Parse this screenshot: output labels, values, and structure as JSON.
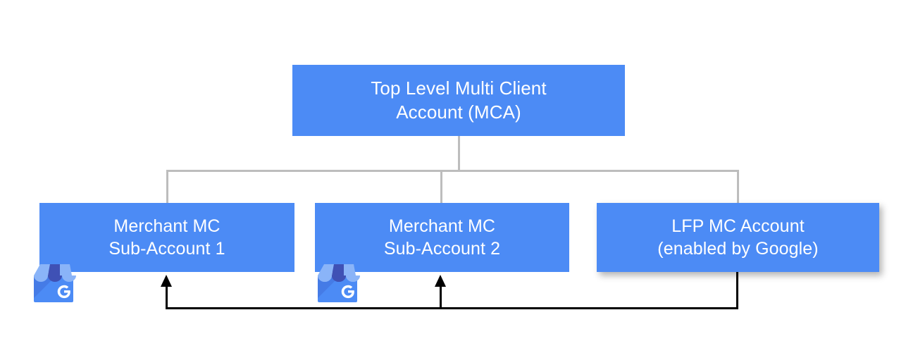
{
  "diagram": {
    "title_node": {
      "id": "top-level-mca",
      "label": "Top Level Multi Client\nAccount (MCA)"
    },
    "children": [
      {
        "id": "merchant-sub-1",
        "label": "Merchant MC\nSub-Account 1",
        "icon": "google-business-profile-icon"
      },
      {
        "id": "merchant-sub-2",
        "label": "Merchant MC\nSub-Account 2",
        "icon": "google-business-profile-icon"
      },
      {
        "id": "lfp-mc-account",
        "label": "LFP MC Account\n(enabled by Google)",
        "icon": null
      }
    ],
    "colors": {
      "node_fill": "#4c8bf5",
      "node_text": "#ffffff",
      "tree_connector": "#bdbdbd",
      "feedback_connector": "#000000",
      "background": "#ffffff"
    },
    "connectors": {
      "tree": "Top Level MCA branches down to three child accounts",
      "feedback": "LFP MC Account feeds back with arrows into Merchant MC Sub-Account 1 and Merchant MC Sub-Account 2"
    }
  }
}
